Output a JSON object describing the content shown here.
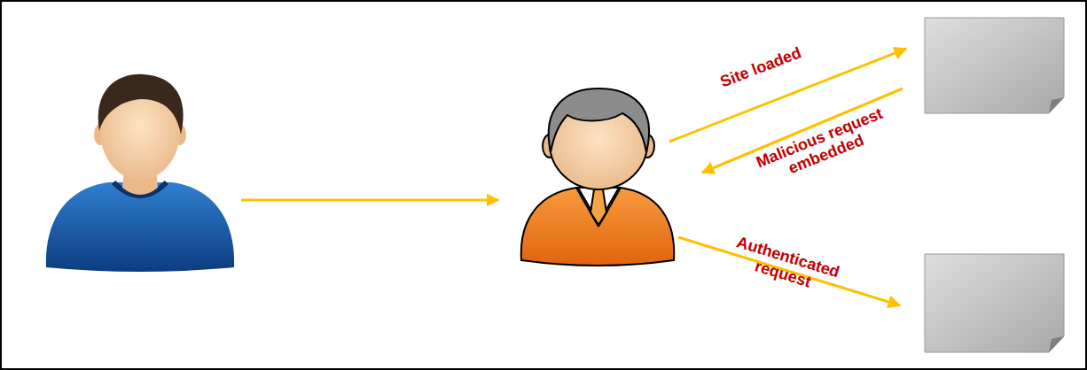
{
  "diagram": {
    "labels": [
      "Site loaded",
      "Malicious request embedded",
      "Authenticated request"
    ]
  }
}
